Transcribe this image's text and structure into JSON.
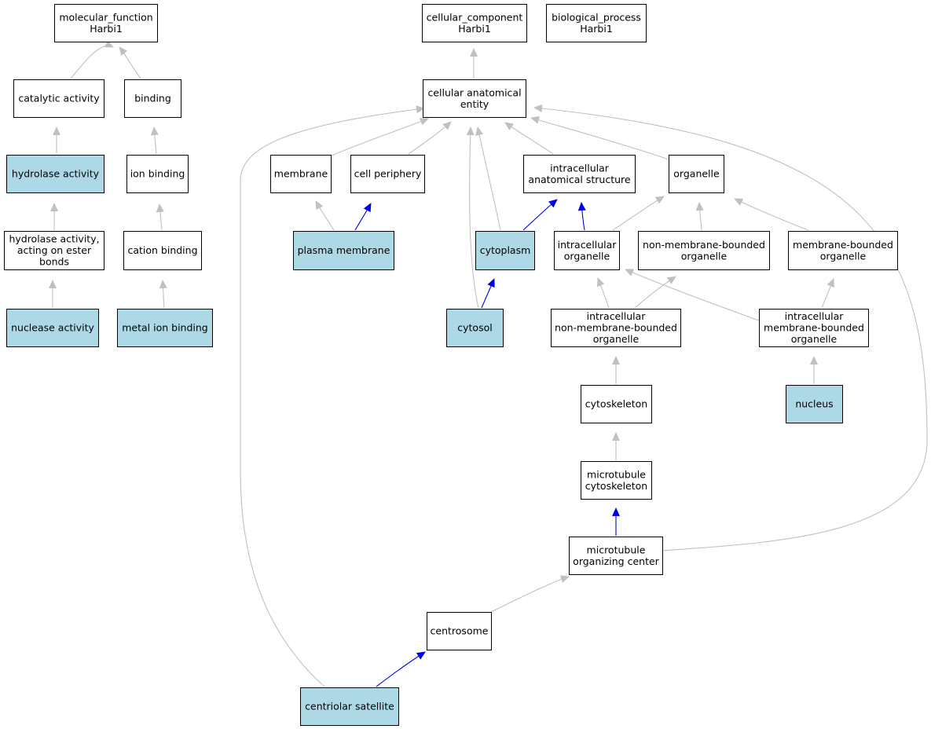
{
  "nodes": [
    {
      "id": "mf",
      "lines": [
        "molecular_function",
        "Harbi1"
      ],
      "highlight": false
    },
    {
      "id": "cc",
      "lines": [
        "cellular_component",
        "Harbi1"
      ],
      "highlight": false
    },
    {
      "id": "bp",
      "lines": [
        "biological_process",
        "Harbi1"
      ],
      "highlight": false
    },
    {
      "id": "catalytic",
      "lines": [
        "catalytic activity"
      ],
      "highlight": false
    },
    {
      "id": "binding",
      "lines": [
        "binding"
      ],
      "highlight": false
    },
    {
      "id": "cae",
      "lines": [
        "cellular anatomical",
        "entity"
      ],
      "highlight": false
    },
    {
      "id": "hydrolase",
      "lines": [
        "hydrolase activity"
      ],
      "highlight": true
    },
    {
      "id": "ionbinding",
      "lines": [
        "ion binding"
      ],
      "highlight": false
    },
    {
      "id": "membrane",
      "lines": [
        "membrane"
      ],
      "highlight": false
    },
    {
      "id": "cellperiph",
      "lines": [
        "cell periphery"
      ],
      "highlight": false
    },
    {
      "id": "ias",
      "lines": [
        "intracellular",
        "anatomical structure"
      ],
      "highlight": false
    },
    {
      "id": "organelle",
      "lines": [
        "organelle"
      ],
      "highlight": false
    },
    {
      "id": "hydroester",
      "lines": [
        "hydrolase activity,",
        "acting on ester",
        "bonds"
      ],
      "highlight": false
    },
    {
      "id": "cation",
      "lines": [
        "cation binding"
      ],
      "highlight": false
    },
    {
      "id": "plasma",
      "lines": [
        "plasma membrane"
      ],
      "highlight": true
    },
    {
      "id": "cytoplasm",
      "lines": [
        "cytoplasm"
      ],
      "highlight": true
    },
    {
      "id": "intorg",
      "lines": [
        "intracellular",
        "organelle"
      ],
      "highlight": false
    },
    {
      "id": "nmbo",
      "lines": [
        "non-membrane-bounded",
        "organelle"
      ],
      "highlight": false
    },
    {
      "id": "mbo",
      "lines": [
        "membrane-bounded",
        "organelle"
      ],
      "highlight": false
    },
    {
      "id": "nuclease",
      "lines": [
        "nuclease activity"
      ],
      "highlight": true
    },
    {
      "id": "metalion",
      "lines": [
        "metal ion binding"
      ],
      "highlight": true
    },
    {
      "id": "cytosol",
      "lines": [
        "cytosol"
      ],
      "highlight": true
    },
    {
      "id": "inmbo",
      "lines": [
        "intracellular",
        "non-membrane-bounded",
        "organelle"
      ],
      "highlight": false
    },
    {
      "id": "imbo",
      "lines": [
        "intracellular",
        "membrane-bounded",
        "organelle"
      ],
      "highlight": false
    },
    {
      "id": "cytoskeleton",
      "lines": [
        "cytoskeleton"
      ],
      "highlight": false
    },
    {
      "id": "nucleus",
      "lines": [
        "nucleus"
      ],
      "highlight": true
    },
    {
      "id": "mtcyto",
      "lines": [
        "microtubule",
        "cytoskeleton"
      ],
      "highlight": false
    },
    {
      "id": "mtoc",
      "lines": [
        "microtubule",
        "organizing center"
      ],
      "highlight": false
    },
    {
      "id": "centrosome",
      "lines": [
        "centrosome"
      ],
      "highlight": false
    },
    {
      "id": "centsat",
      "lines": [
        "centriolar satellite"
      ],
      "highlight": true
    }
  ],
  "edges": [
    {
      "from": "catalytic",
      "to": "mf",
      "color": "gray"
    },
    {
      "from": "binding",
      "to": "mf",
      "color": "gray"
    },
    {
      "from": "cae",
      "to": "cc",
      "color": "gray"
    },
    {
      "from": "hydrolase",
      "to": "catalytic",
      "color": "gray"
    },
    {
      "from": "ionbinding",
      "to": "binding",
      "color": "gray"
    },
    {
      "from": "hydroester",
      "to": "hydrolase",
      "color": "gray"
    },
    {
      "from": "cation",
      "to": "ionbinding",
      "color": "gray"
    },
    {
      "from": "nuclease",
      "to": "hydroester",
      "color": "gray"
    },
    {
      "from": "metalion",
      "to": "cation",
      "color": "gray"
    },
    {
      "from": "membrane",
      "to": "cae",
      "color": "gray"
    },
    {
      "from": "cellperiph",
      "to": "cae",
      "color": "gray"
    },
    {
      "from": "ias",
      "to": "cae",
      "color": "gray"
    },
    {
      "from": "organelle",
      "to": "cae",
      "color": "gray"
    },
    {
      "from": "cytoplasm",
      "to": "cae",
      "color": "gray"
    },
    {
      "from": "cytosol",
      "to": "cae",
      "color": "gray"
    },
    {
      "from": "centsat",
      "to": "cae",
      "color": "gray"
    },
    {
      "from": "mtoc",
      "to": "cae",
      "color": "gray"
    },
    {
      "from": "plasma",
      "to": "membrane",
      "color": "gray"
    },
    {
      "from": "plasma",
      "to": "cellperiph",
      "color": "blue"
    },
    {
      "from": "cytoplasm",
      "to": "ias",
      "color": "blue"
    },
    {
      "from": "intorg",
      "to": "ias",
      "color": "blue"
    },
    {
      "from": "intorg",
      "to": "organelle",
      "color": "gray"
    },
    {
      "from": "nmbo",
      "to": "organelle",
      "color": "gray"
    },
    {
      "from": "mbo",
      "to": "organelle",
      "color": "gray"
    },
    {
      "from": "cytosol",
      "to": "cytoplasm",
      "color": "blue"
    },
    {
      "from": "inmbo",
      "to": "intorg",
      "color": "gray"
    },
    {
      "from": "inmbo",
      "to": "nmbo",
      "color": "gray"
    },
    {
      "from": "imbo",
      "to": "intorg",
      "color": "gray"
    },
    {
      "from": "imbo",
      "to": "mbo",
      "color": "gray"
    },
    {
      "from": "cytoskeleton",
      "to": "inmbo",
      "color": "gray"
    },
    {
      "from": "nucleus",
      "to": "imbo",
      "color": "gray"
    },
    {
      "from": "mtcyto",
      "to": "cytoskeleton",
      "color": "gray"
    },
    {
      "from": "mtoc",
      "to": "mtcyto",
      "color": "blue"
    },
    {
      "from": "centrosome",
      "to": "mtoc",
      "color": "gray"
    },
    {
      "from": "centsat",
      "to": "centrosome",
      "color": "blue"
    }
  ],
  "colors": {
    "highlight_fill": "#add8e6",
    "is_a_edge": "#c0c0c0",
    "part_of_edge": "#0000ee"
  }
}
